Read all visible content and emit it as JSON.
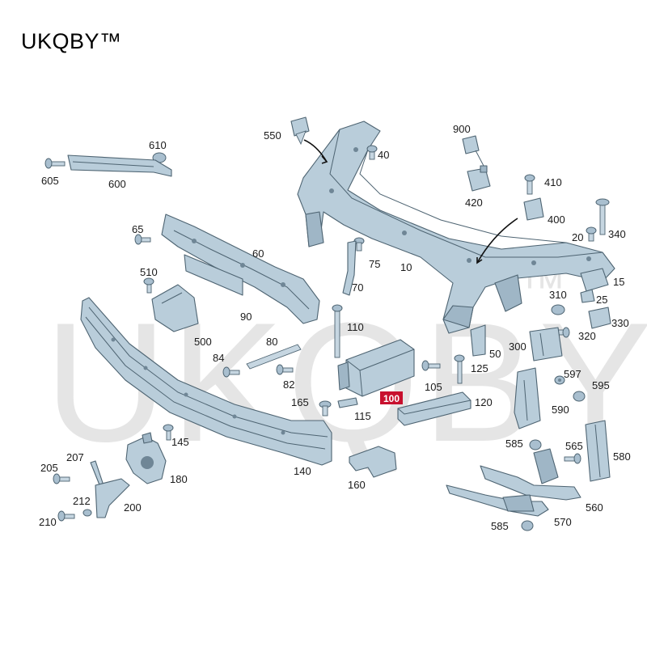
{
  "brand": {
    "text": "UKQBY™"
  },
  "watermark": {
    "text": "UKQBY",
    "tm": "™"
  },
  "highlight_label": "100",
  "labels": {
    "l10": "10",
    "l15": "15",
    "l20": "20",
    "l25": "25",
    "l40": "40",
    "l50": "50",
    "l60": "60",
    "l65": "65",
    "l70": "70",
    "l75": "75",
    "l80": "80",
    "l82": "82",
    "l84": "84",
    "l90": "90",
    "l105": "105",
    "l110": "110",
    "l115": "115",
    "l120": "120",
    "l125": "125",
    "l140": "140",
    "l145": "145",
    "l160": "160",
    "l165": "165",
    "l180": "180",
    "l200": "200",
    "l205": "205",
    "l207": "207",
    "l210": "210",
    "l212": "212",
    "l300": "300",
    "l310": "310",
    "l320": "320",
    "l330": "330",
    "l340": "340",
    "l400": "400",
    "l410": "410",
    "l420": "420",
    "l500": "500",
    "l510": "510",
    "l550": "550",
    "l560": "560",
    "l565": "565",
    "l570": "570",
    "l580": "580",
    "l585a": "585",
    "l585b": "585",
    "l590": "590",
    "l595": "595",
    "l597": "597",
    "l600": "600",
    "l605": "605",
    "l610": "610",
    "l900": "900"
  },
  "colors": {
    "part_fill": "#b9cdda",
    "outline": "#4e6472",
    "highlight": "#c8102e"
  }
}
